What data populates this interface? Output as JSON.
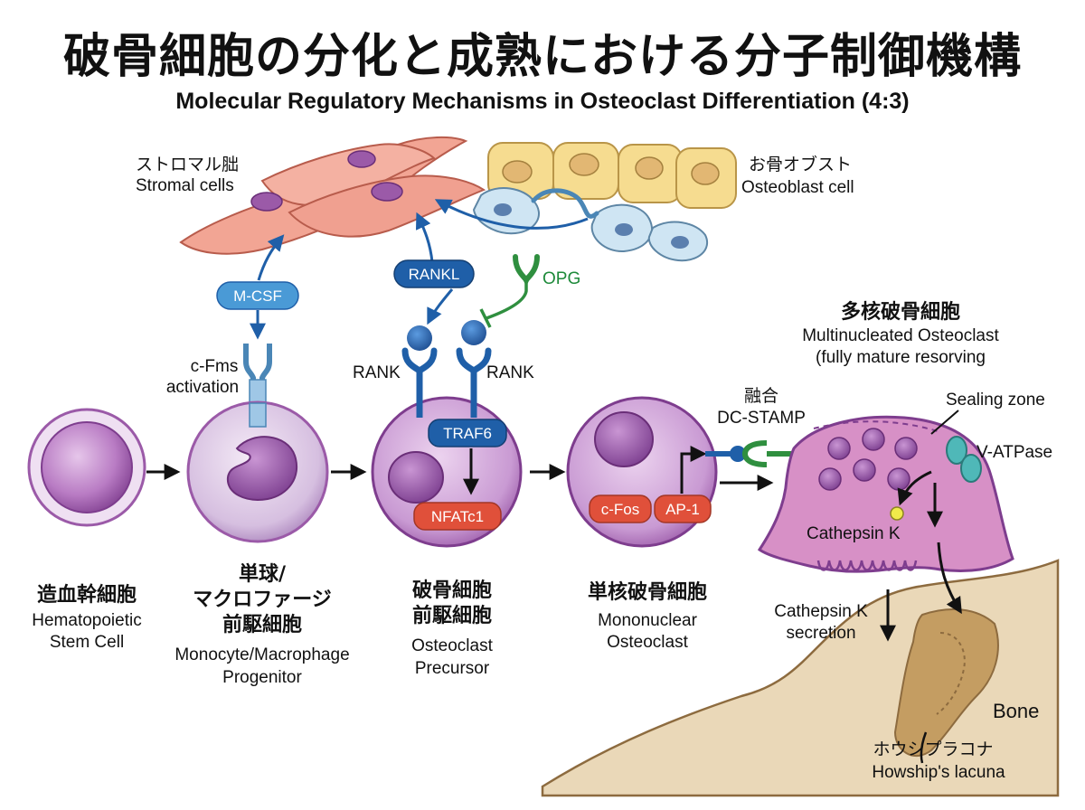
{
  "title": "破骨細胞の分化と成熟における分子制御機構",
  "subtitle": "Molecular Regulatory Mechanisms in Osteoclast Differentiation (4:3)",
  "colors": {
    "cell_purple": "#9b5aa8",
    "signal_blue": "#1f5fa8",
    "light_blue": "#4a9ad6",
    "opg_green": "#2f8f3f",
    "nucleus_red": "#e0503a",
    "stromal": "#f0a090",
    "osteoblast": "#f6dc90",
    "bone": "#ead8b8"
  },
  "top": {
    "stromal_jp": "ストロマル胐",
    "stromal_en": "Stromal cells",
    "osteoblast_jp": "お骨オブスト",
    "osteoblast_en": "Osteoblast cell"
  },
  "signals": {
    "mcsf": "M-CSF",
    "cfms_line1": "c-Fms",
    "cfms_line2": "activation",
    "rankl": "RANKL",
    "opg": "OPG",
    "rank_left": "RANK",
    "rank_right": "RANK",
    "traf6": "TRAF6",
    "nfatc1": "NFATc1",
    "cfos": "c-Fos",
    "ap1": "AP-1",
    "fusion_jp": "融合",
    "dcstamp": "DC-STAMP"
  },
  "multinucleated": {
    "jp": "多核破骨細胞",
    "en_line1": "Multinucleated Osteoclast",
    "en_line2": "(fully mature resorving",
    "sealing_zone": "Sealing zone",
    "vatpase": "V-ATPase",
    "cathepsin_k": "Cathepsin K",
    "secretion_line1": "Cathepsin K",
    "secretion_line2": "secretion"
  },
  "stages": [
    {
      "jp1": "造血幹細胞",
      "en1": "Hematopoietic",
      "en2": "Stem Cell"
    },
    {
      "jp1": "単球/",
      "jp2": "マクロファージ",
      "jp3": "前駆細胞",
      "en1": "Monocyte/Macrophage",
      "en2": "Progenitor"
    },
    {
      "jp1": "破骨細胞",
      "jp2": "前駆細胞",
      "en1": "Osteoclast",
      "en2": "Precursor"
    },
    {
      "jp1": "単核破骨細胞",
      "en1": "Mononuclear",
      "en2": "Osteoclast"
    }
  ],
  "bone": {
    "label": "Bone",
    "lacuna_jp": "ホウシプラコナ",
    "lacuna_en": "Howship's lacuna"
  }
}
